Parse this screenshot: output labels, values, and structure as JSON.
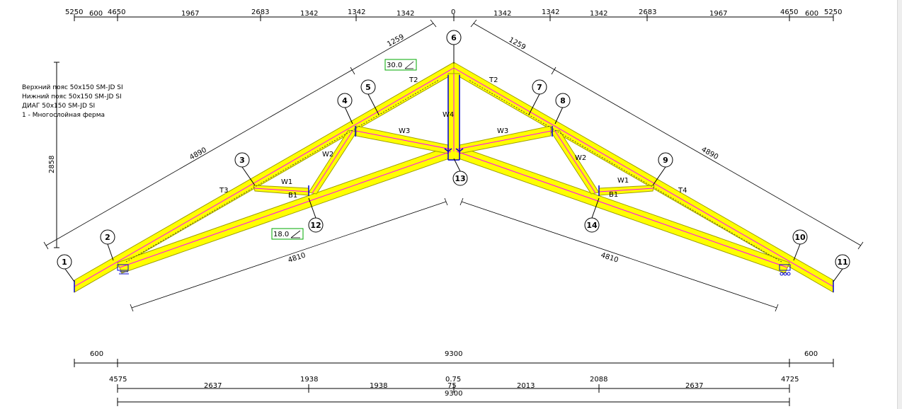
{
  "legend": [
    "Верхний пояс 50x150 SM-JD SI",
    "Нижний пояс 50x150 SM-JD SI",
    "ДИАГ 50x150 SM-JD SI",
    "1 - Многослойная ферма"
  ],
  "top_dims": [
    "5250",
    "600",
    "4650",
    "1967",
    "2683",
    "1342",
    "1342",
    "1342",
    "0",
    "1342",
    "1342",
    "1342",
    "2683",
    "1967",
    "4650",
    "600",
    "5250"
  ],
  "height_dim": "2858",
  "slope_labels": {
    "upper_left": "1259",
    "upper_right": "1259",
    "chord_left": "4890",
    "chord_right": "4890",
    "bottom_left": "4810",
    "bottom_right": "4810"
  },
  "angles": {
    "apex": "30.0",
    "bottom": "18.0"
  },
  "members": {
    "t_left_top": "T2",
    "t_right_top": "T2",
    "t_left_low": "T3",
    "t_right_low": "T4",
    "w1_left": "W1",
    "w1_right": "W1",
    "w2_left": "W2",
    "w2_right": "W2",
    "w3_left": "W3",
    "w3_right": "W3",
    "w4": "W4",
    "b1_left": "B1",
    "b1_right": "B1"
  },
  "nodes": [
    "1",
    "2",
    "3",
    "4",
    "5",
    "6",
    "7",
    "8",
    "9",
    "10",
    "11",
    "12",
    "13",
    "14"
  ],
  "bottom_dims": {
    "row1": [
      "600",
      "9300",
      "600"
    ],
    "row2": [
      "4575",
      "1938",
      "0.75",
      "2088",
      "4725"
    ],
    "row3": [
      "2637",
      "1938",
      "75",
      "2013",
      "2637"
    ],
    "total": "9300"
  },
  "colors": {
    "member_fill": "#ffff00",
    "member_edge": "#a0a000",
    "center_line": "#ff00ff",
    "joint": "#0000cc",
    "angle_box": "#00aa00"
  }
}
